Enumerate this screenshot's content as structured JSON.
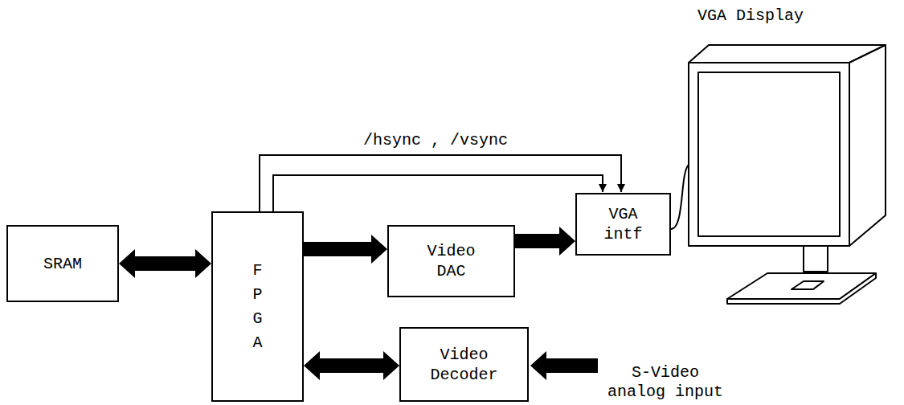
{
  "diagram": {
    "nodes": [
      {
        "text": [
          "SRAM"
        ]
      },
      {
        "text": [
          "FPGA"
        ]
      },
      {
        "text": [
          "Video DAC"
        ]
      },
      {
        "text": [
          "VGA intf"
        ]
      },
      {
        "text": [
          "Video Decoder"
        ]
      }
    ],
    "edges": [
      {
        "from": 0,
        "to": 1,
        "arrow": "both"
      },
      {
        "from": 1,
        "to": 2,
        "arrow": "to"
      },
      {
        "from": 2,
        "to": 3,
        "arrow": "to"
      },
      {
        "from": 1,
        "to": 3,
        "arrow": "to"
      },
      {
        "from": 1,
        "to": 3,
        "arrow": "to"
      },
      {
        "from": 1,
        "to": 4,
        "arrow": "both"
      }
    ],
    "labels": [
      "/hsync , /vsync",
      "VGA Display",
      "S-Video analog input"
    ]
  }
}
